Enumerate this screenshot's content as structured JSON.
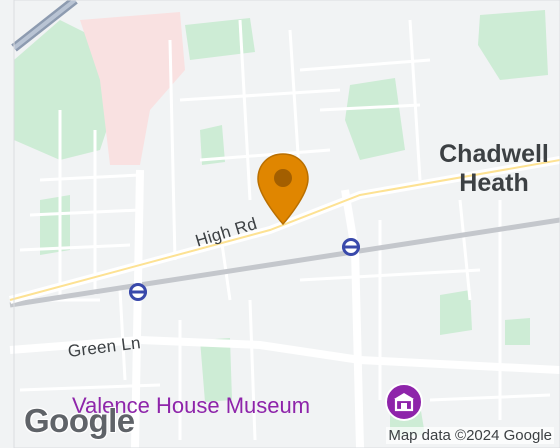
{
  "map": {
    "places": [
      {
        "name": "Chadwell Heath"
      }
    ],
    "roads": [
      {
        "name": "High Rd"
      },
      {
        "name": "Green Ln"
      }
    ],
    "poi": {
      "name": "Valence House Museum",
      "icon": "museum-icon",
      "color": "#8e24aa"
    },
    "marker": {
      "icon": "location-pin-icon",
      "color": "#e08600"
    },
    "stations": [
      {
        "icon": "underground-station-icon",
        "color": "#3949ab"
      },
      {
        "icon": "underground-station-icon",
        "color": "#3949ab"
      }
    ],
    "attribution": "Map data ©2024 Google",
    "logo": "Google"
  }
}
